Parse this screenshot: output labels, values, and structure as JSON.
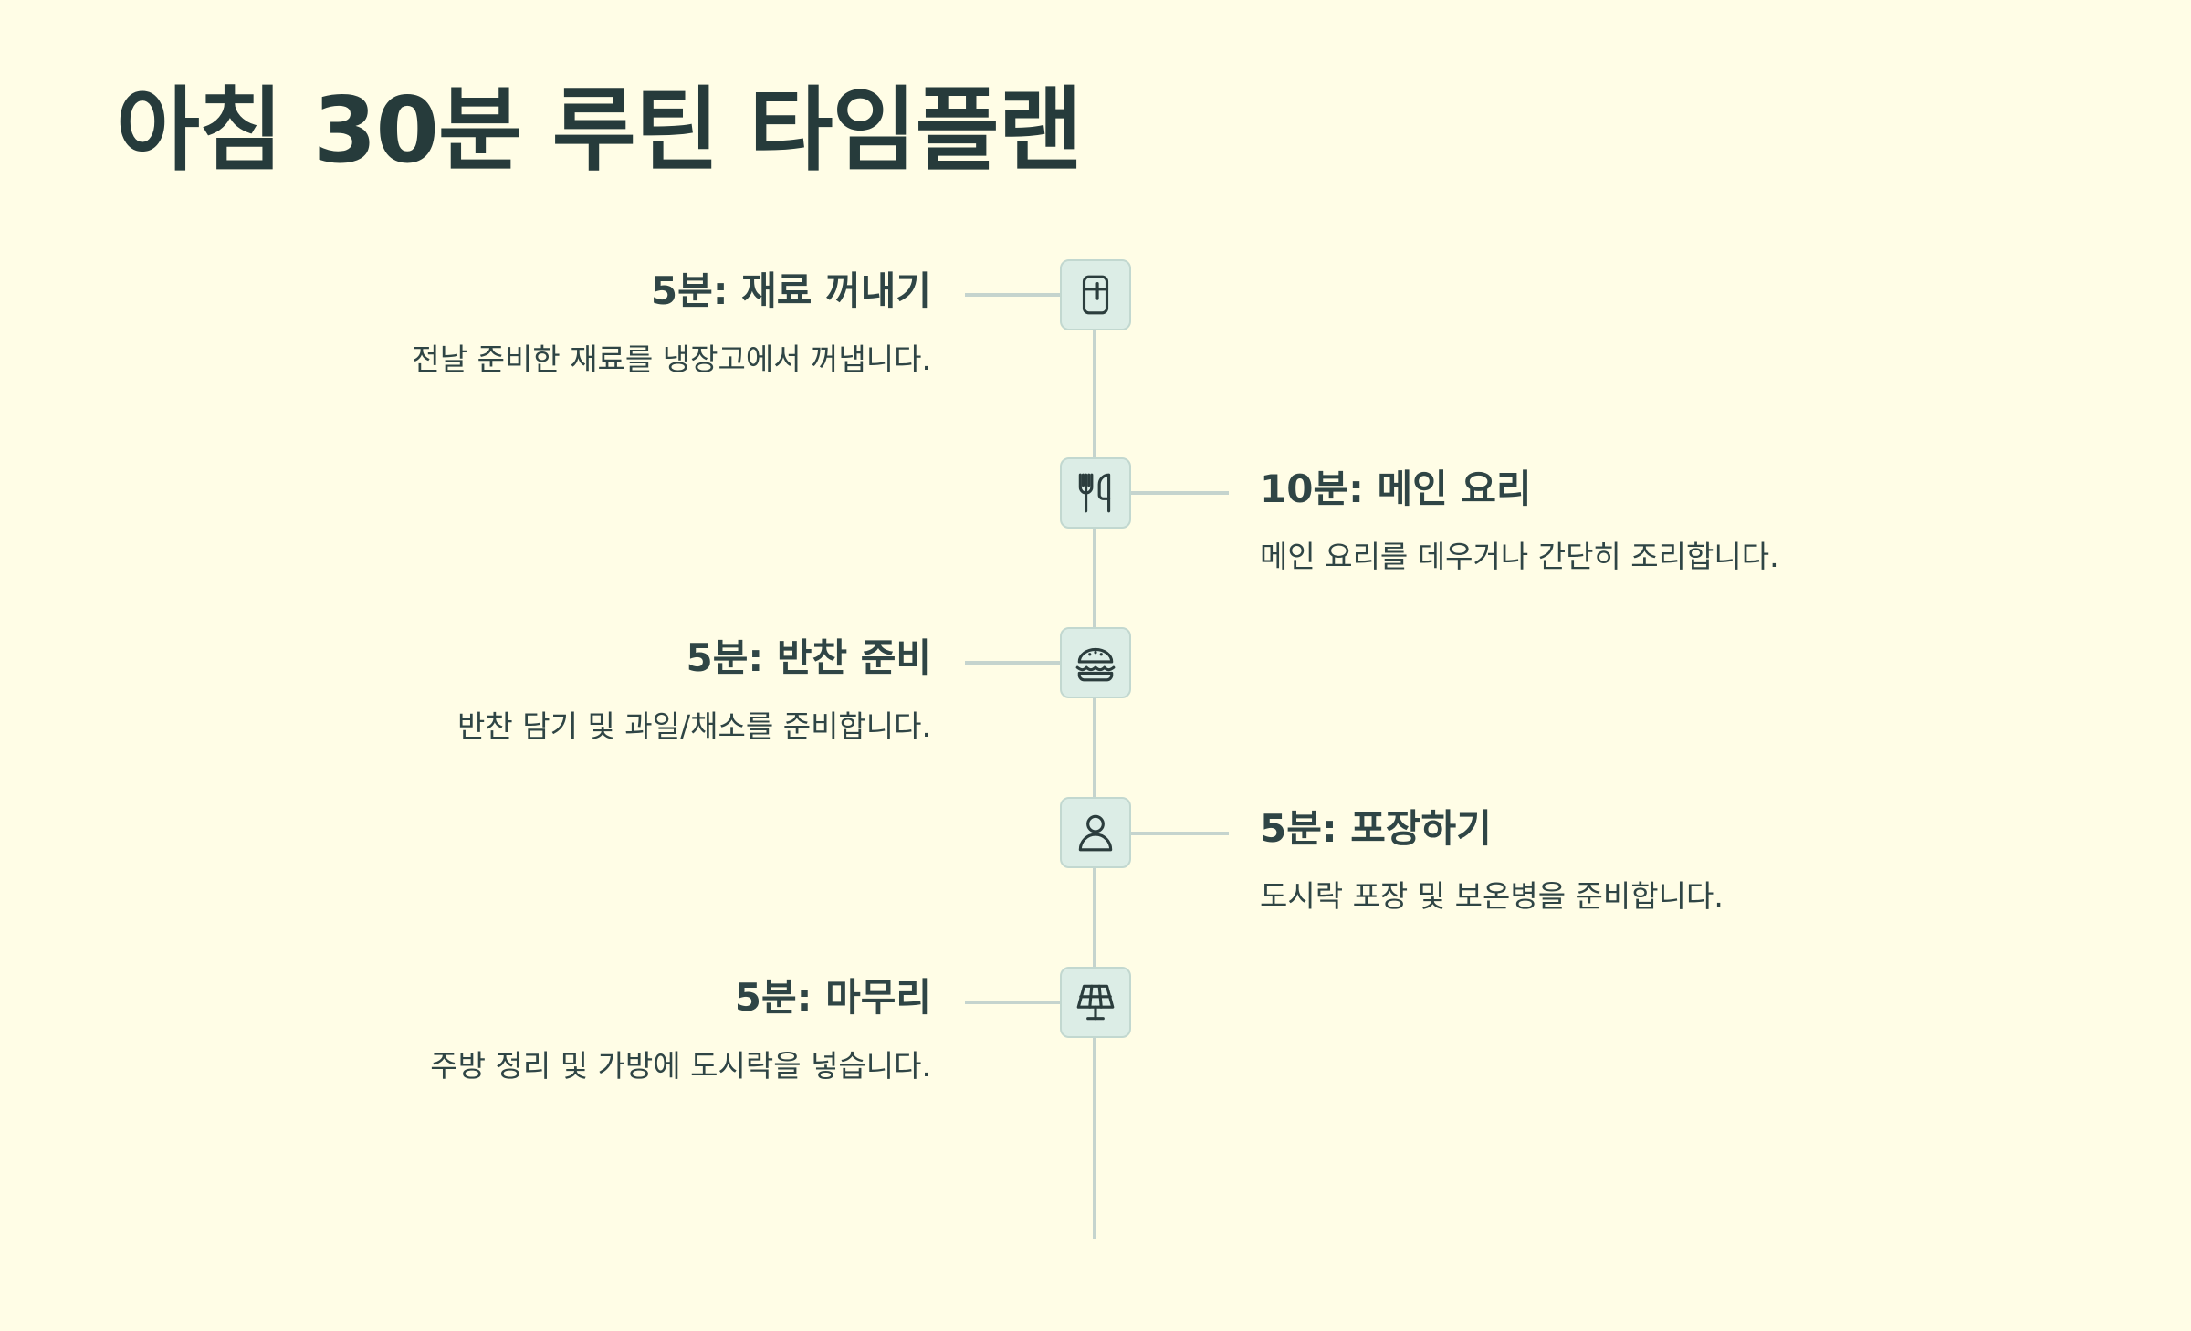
{
  "title": "아침 30분 루틴 타임플랜",
  "steps": [
    {
      "title": "5분: 재료 꺼내기",
      "description": "전날 준비한 재료를 냉장고에서 꺼냅니다.",
      "icon": "fridge-icon",
      "side": "left"
    },
    {
      "title": "10분: 메인 요리",
      "description": "메인 요리를 데우거나 간단히 조리합니다.",
      "icon": "utensils-icon",
      "side": "right"
    },
    {
      "title": "5분: 반찬 준비",
      "description": "반찬 담기 및 과일/채소를 준비합니다.",
      "icon": "hamburger-icon",
      "side": "left"
    },
    {
      "title": "5분: 포장하기",
      "description": "도시락 포장 및 보온병을 준비합니다.",
      "icon": "user-icon",
      "side": "right"
    },
    {
      "title": "5분: 마무리",
      "description": "주방 정리 및 가방에 도시락을 넣습니다.",
      "icon": "solar-panel-icon",
      "side": "left"
    }
  ],
  "colors": {
    "background": "#FFFDE6",
    "text": "#263B3B",
    "timeline": "#C5D4CE",
    "icon_box": "#DCEDE6"
  }
}
